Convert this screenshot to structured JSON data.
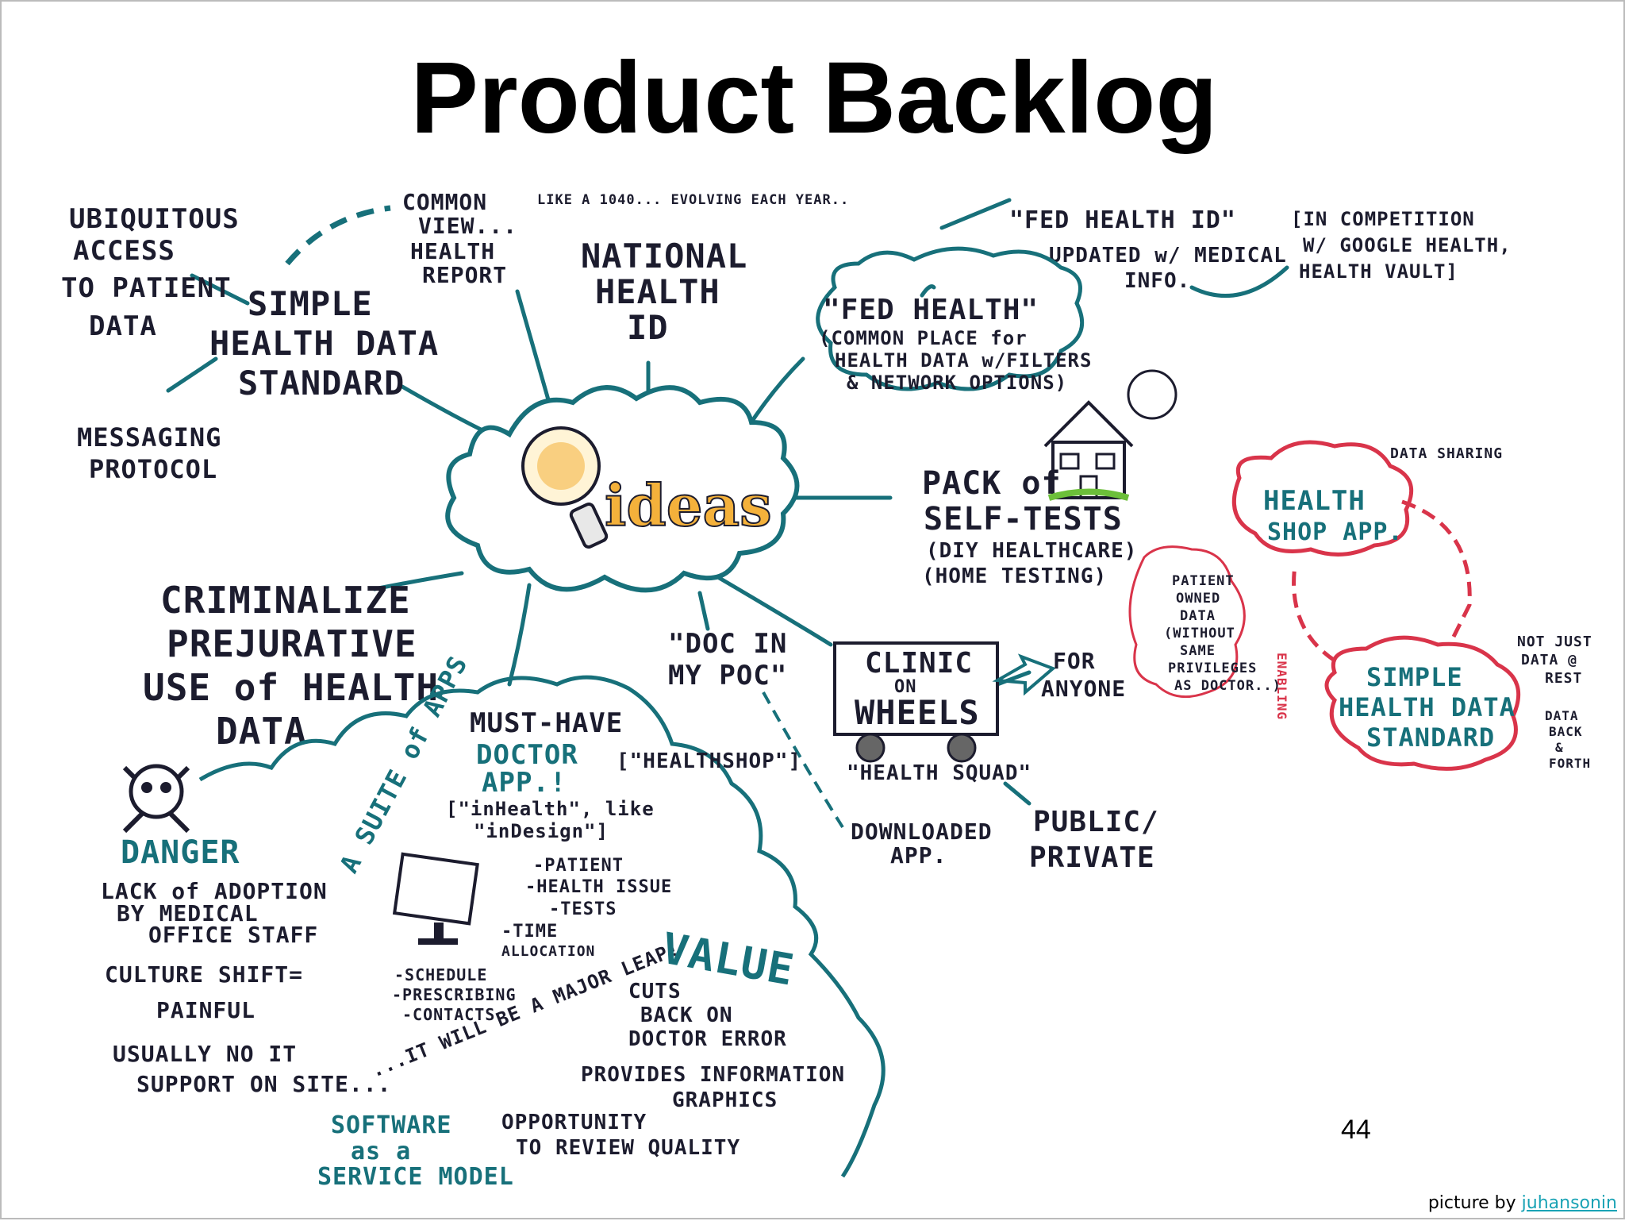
{
  "slide": {
    "title": "Product Backlog",
    "page_number": "44",
    "credit_prefix": "picture by ",
    "credit_link": "juhansonin"
  },
  "colors": {
    "teal": "#17707a",
    "red": "#d9344a",
    "ink": "#1c1c2e",
    "bulb": "#f4b13b"
  },
  "map": {
    "center": "ideas",
    "ubiquitous": [
      "UBIQUITOUS",
      "ACCESS",
      "TO PATIENT",
      "DATA"
    ],
    "simple_standard": [
      "SIMPLE",
      "HEALTH DATA",
      "STANDARD"
    ],
    "messaging": [
      "MESSAGING",
      "PROTOCOL"
    ],
    "common_view": [
      "COMMON",
      "VIEW...",
      "HEALTH",
      "REPORT"
    ],
    "like_1040": "LIKE A 1040... EVOLVING EACH YEAR..",
    "national_id": [
      "NATIONAL",
      "HEALTH",
      "ID"
    ],
    "fed_id": "\"FED HEALTH ID\"",
    "fed_updated": [
      "UPDATED w/ MEDICAL",
      "INFO."
    ],
    "competition": [
      "[IN COMPETITION",
      "W/ GOOGLE HEALTH,",
      "HEALTH VAULT]"
    ],
    "fed_health": [
      "\"FED HEALTH\"",
      "(COMMON PLACE for",
      "HEALTH DATA w/FILTERS",
      "& NETWORK OPTIONS)"
    ],
    "self_tests": [
      "PACK of",
      "SELF-TESTS",
      "(DIY HEALTHCARE)",
      "(HOME TESTING)"
    ],
    "criminalize": [
      "CRIMINALIZE",
      "PREJURATIVE",
      "USE of HEALTH",
      "DATA"
    ],
    "doc_poc": [
      "\"DOC IN",
      "MY POC\""
    ],
    "clinic": [
      "CLINIC",
      "ON",
      "WHEELS"
    ],
    "for_anyone": [
      "FOR",
      "ANYONE"
    ],
    "health_squad": "\"HEALTH SQUAD\"",
    "public_private": [
      "PUBLIC/",
      "PRIVATE"
    ],
    "downloaded": [
      "DOWNLOADED",
      "APP."
    ],
    "suite_apps": "A SUITE of APPS",
    "must_have": [
      "MUST-HAVE",
      "DOCTOR",
      "APP.!"
    ],
    "healthshop_tag": "[\"HEALTHSHOP\"]",
    "inhealth": [
      "[\"inHealth\", like",
      "\"inDesign\"]"
    ],
    "app_features": [
      "-PATIENT",
      "-HEALTH ISSUE",
      "-TESTS",
      "-TIME",
      "ALLOCATION"
    ],
    "app_features2": [
      "-SCHEDULE",
      "-PRESCRIBING",
      "-CONTACTS"
    ],
    "danger": "DANGER",
    "danger_items": [
      "LACK of ADOPTION",
      "BY MEDICAL",
      "OFFICE STAFF",
      "CULTURE SHIFT=",
      "PAINFUL",
      "USUALLY NO IT",
      "SUPPORT ON SITE..."
    ],
    "major_leap": "...IT WILL BE A MAJOR LEAP!",
    "value": "VALUE",
    "value_items": [
      "CUTS",
      "BACK ON",
      "DOCTOR ERROR",
      "PROVIDES INFORMATION",
      "GRAPHICS",
      "OPPORTUNITY",
      "TO REVIEW QUALITY"
    ],
    "saas": [
      "SOFTWARE",
      "as a",
      "SERVICE MODEL"
    ],
    "data_sharing": "DATA SHARING",
    "health_shop_app": [
      "HEALTH",
      "SHOP APP."
    ],
    "patient_owned": [
      "PATIENT",
      "OWNED",
      "DATA",
      "(WITHOUT",
      "SAME",
      "PRIVILEGES",
      "AS DOCTOR..)"
    ],
    "enabling": "ENABLING",
    "red_standard": [
      "SIMPLE",
      "HEALTH DATA",
      "STANDARD"
    ],
    "not_just": [
      "NOT JUST",
      "DATA @",
      "REST"
    ],
    "data_back": [
      "DATA",
      "BACK",
      "&",
      "FORTH"
    ]
  }
}
